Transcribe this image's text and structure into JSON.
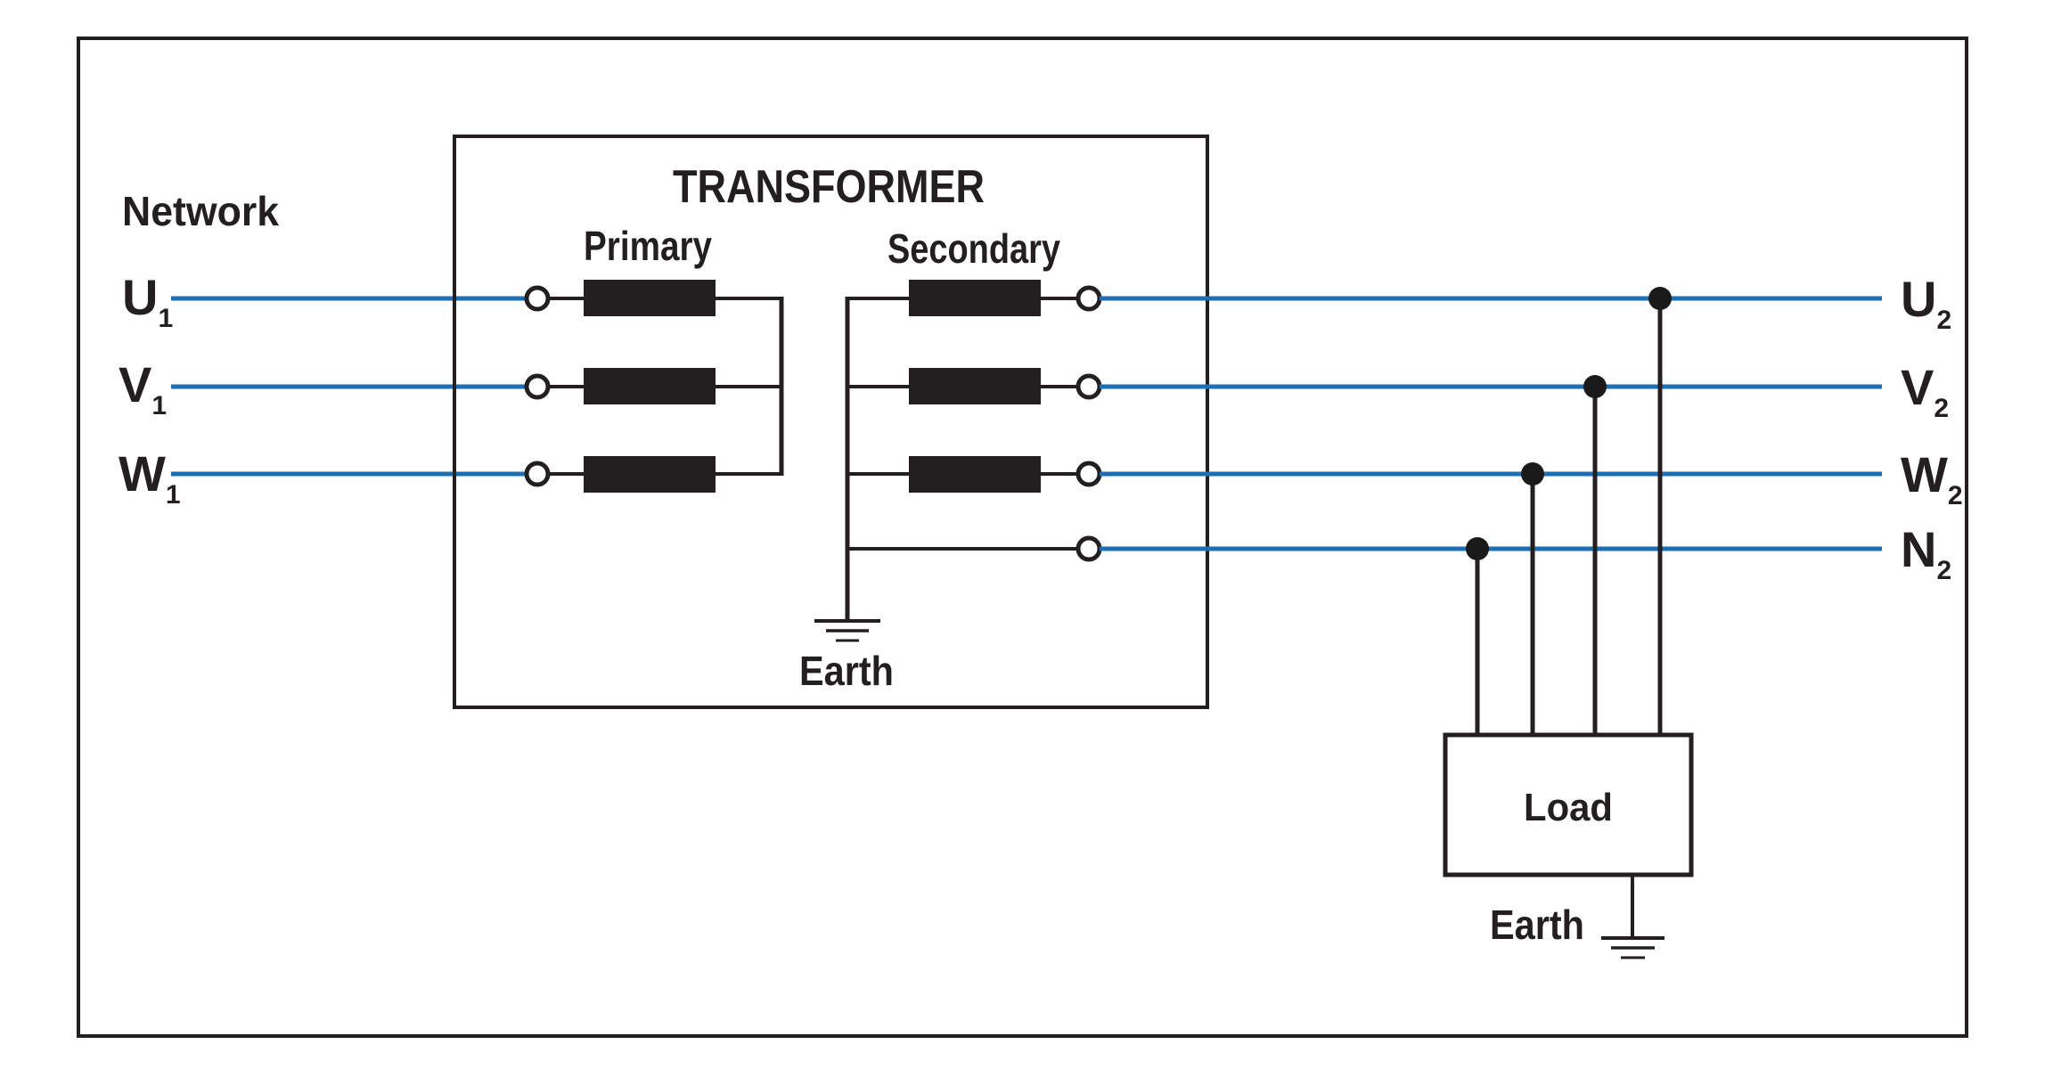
{
  "diagram_type": "three-phase transformer earthing (TN system) schematic",
  "colors": {
    "wire_blue": "#1d6eb5",
    "ink_black": "#231f20",
    "background": "#ffffff"
  },
  "network": {
    "label": "Network",
    "phases": [
      {
        "main": "U",
        "sub": "1"
      },
      {
        "main": "V",
        "sub": "1"
      },
      {
        "main": "W",
        "sub": "1"
      }
    ]
  },
  "transformer": {
    "title": "TRANSFORMER",
    "primary_label": "Primary",
    "secondary_label": "Secondary",
    "earth_label": "Earth"
  },
  "output": {
    "phases": [
      {
        "main": "U",
        "sub": "2"
      },
      {
        "main": "V",
        "sub": "2"
      },
      {
        "main": "W",
        "sub": "2"
      },
      {
        "main": "N",
        "sub": "2"
      }
    ]
  },
  "load": {
    "label": "Load",
    "earth_label": "Earth"
  }
}
